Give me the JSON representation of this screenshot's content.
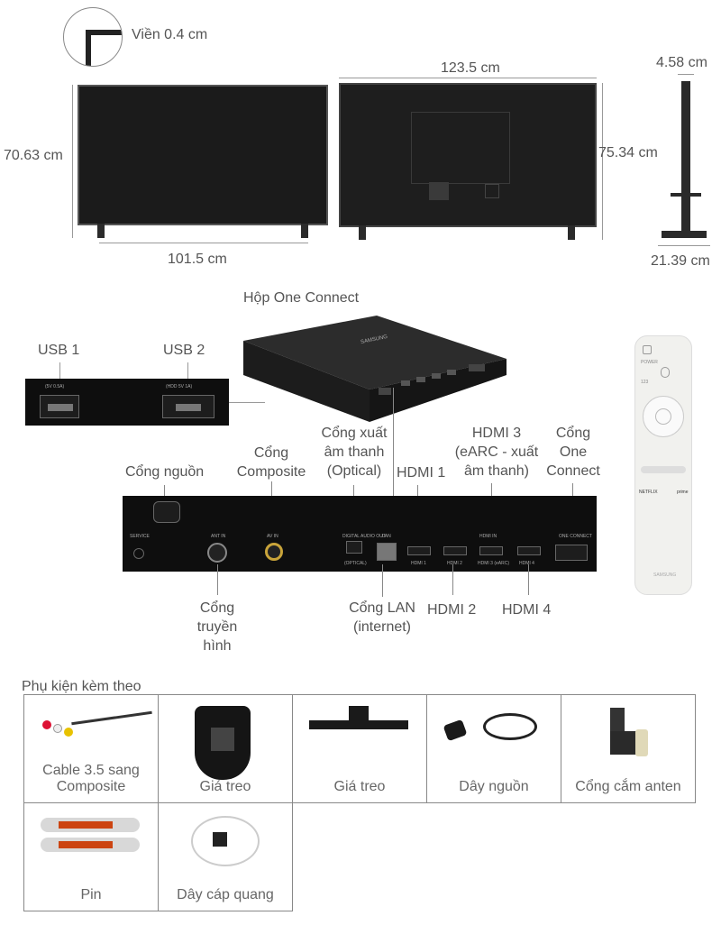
{
  "dims": {
    "bezel": "Viền 0.4 cm",
    "height_front": "70.63 cm",
    "width_front": "101.5 cm",
    "width_back": "123.5 cm",
    "height_back": "75.34 cm",
    "depth_top": "4.58 cm",
    "depth_base": "21.39 cm"
  },
  "one_connect": {
    "title": "Hộp One Connect",
    "brand": "SAMSUNG",
    "usb1": "USB 1",
    "usb2": "USB 2",
    "usb1_spec": "(5V 0.5A)",
    "usb2_spec": "(HDD 5V 1A)"
  },
  "ports": {
    "power": "Cổng nguồn",
    "composite": "Cổng Composite",
    "optical": "Cổng xuất âm thanh (Optical)",
    "hdmi1": "HDMI 1",
    "hdmi3": "HDMI 3 (eARC - xuất âm thanh)",
    "one_connect": "Cổng One Connect",
    "antenna": "Cổng truyền hình",
    "lan": "Cổng LAN (internet)",
    "hdmi2": "HDMI 2",
    "hdmi4": "HDMI 4"
  },
  "panel_text": {
    "service": "SERVICE",
    "antin": "ANT IN",
    "avin": "AV IN",
    "digital": "DIGITAL AUDIO OUT",
    "optical": "(OPTICAL)",
    "lan": "LAN",
    "hdmi_in": "HDMI IN",
    "h1": "HDMI 1",
    "h2": "HDMI 2",
    "h3": "HDMI 3 (eARC)",
    "h4": "HDMI 4",
    "oc": "ONE CONNECT"
  },
  "remote": {
    "power": "POWER",
    "netflix": "NETFLIX",
    "prime": "prime",
    "brand": "SAMSUNG",
    "num": "123"
  },
  "accessories": {
    "title": "Phụ kiện kèm theo",
    "items": [
      "Cable 3.5 sang Composite",
      "Giá treo",
      "Giá treo",
      "Dây nguồn",
      "Cổng cắm anten",
      "Pin",
      "Dây cáp quang"
    ]
  }
}
